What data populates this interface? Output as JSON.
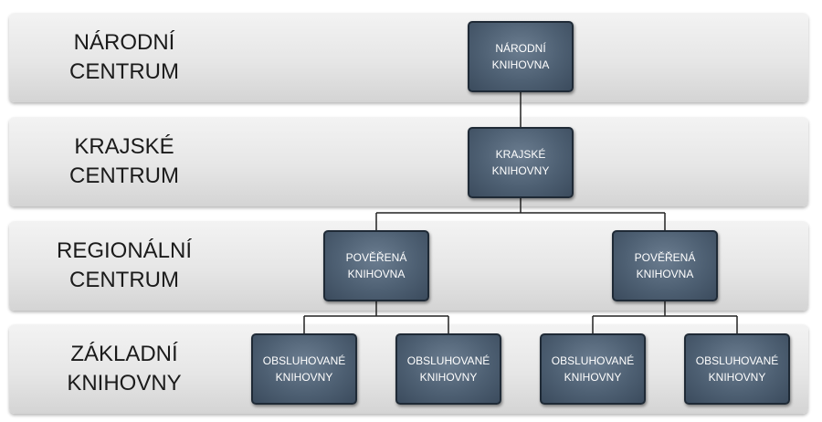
{
  "levels": [
    {
      "label": "NÁRODNÍ\nCENTRUM"
    },
    {
      "label": "KRAJSKÉ\nCENTRUM"
    },
    {
      "label": "REGIONÁLNÍ\nCENTRUM"
    },
    {
      "label": "ZÁKLADNÍ\nKNIHOVNY"
    }
  ],
  "nodes": {
    "narodni": "NÁRODNÍ\nKNIHOVNA",
    "krajske": "KRAJSKÉ\nKNIHOVNY",
    "poverena_1": "POVĚŘENÁ\nKNIHOVNA",
    "poverena_2": "POVĚŘENÁ\nKNIHOVNA",
    "obsluhovane_1": "OBSLUHOVANÉ\nKNIHOVNY",
    "obsluhovane_2": "OBSLUHOVANÉ\nKNIHOVNY",
    "obsluhovane_3": "OBSLUHOVANÉ\nKNIHOVNY",
    "obsluhovane_4": "OBSLUHOVANÉ\nKNIHOVNY"
  },
  "colors": {
    "node_fill": "#4e6073",
    "node_border": "#1f2a36",
    "band_fill": "#e6e6e6",
    "connector": "#222222"
  }
}
